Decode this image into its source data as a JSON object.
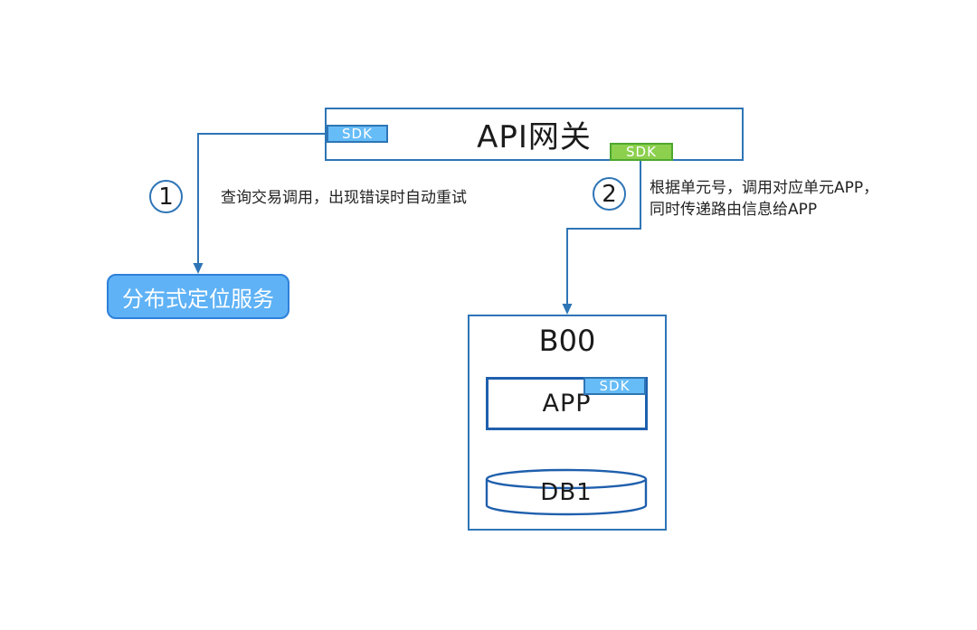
{
  "diagram": {
    "gateway": {
      "title": "API网关",
      "sdk_left": "SDK",
      "sdk_right": "SDK"
    },
    "steps": [
      {
        "number": "1",
        "lines": [
          "查询交易调用，出现错误时自动重试"
        ]
      },
      {
        "number": "2",
        "lines": [
          "根据单元号，调用对应单元APP，",
          "同时传递路由信息给APP"
        ]
      }
    ],
    "service": {
      "label": "分布式定位服务"
    },
    "unit": {
      "title": "B00",
      "app": {
        "label": "APP",
        "sdk": "SDK"
      },
      "db": {
        "label": "DB1"
      }
    },
    "colors": {
      "line_blue": "#2E75B6",
      "box_border_blue": "#1F5FAD",
      "sdk_blue_fill": "#66BCF7",
      "sdk_green_fill": "#8CD04E",
      "sdk_green_border": "#4EA72E",
      "service_fill": "#5FB2F5",
      "service_border": "#2E80D9",
      "text_color": "#1B1B1B",
      "background": "#FFFFFF"
    }
  }
}
